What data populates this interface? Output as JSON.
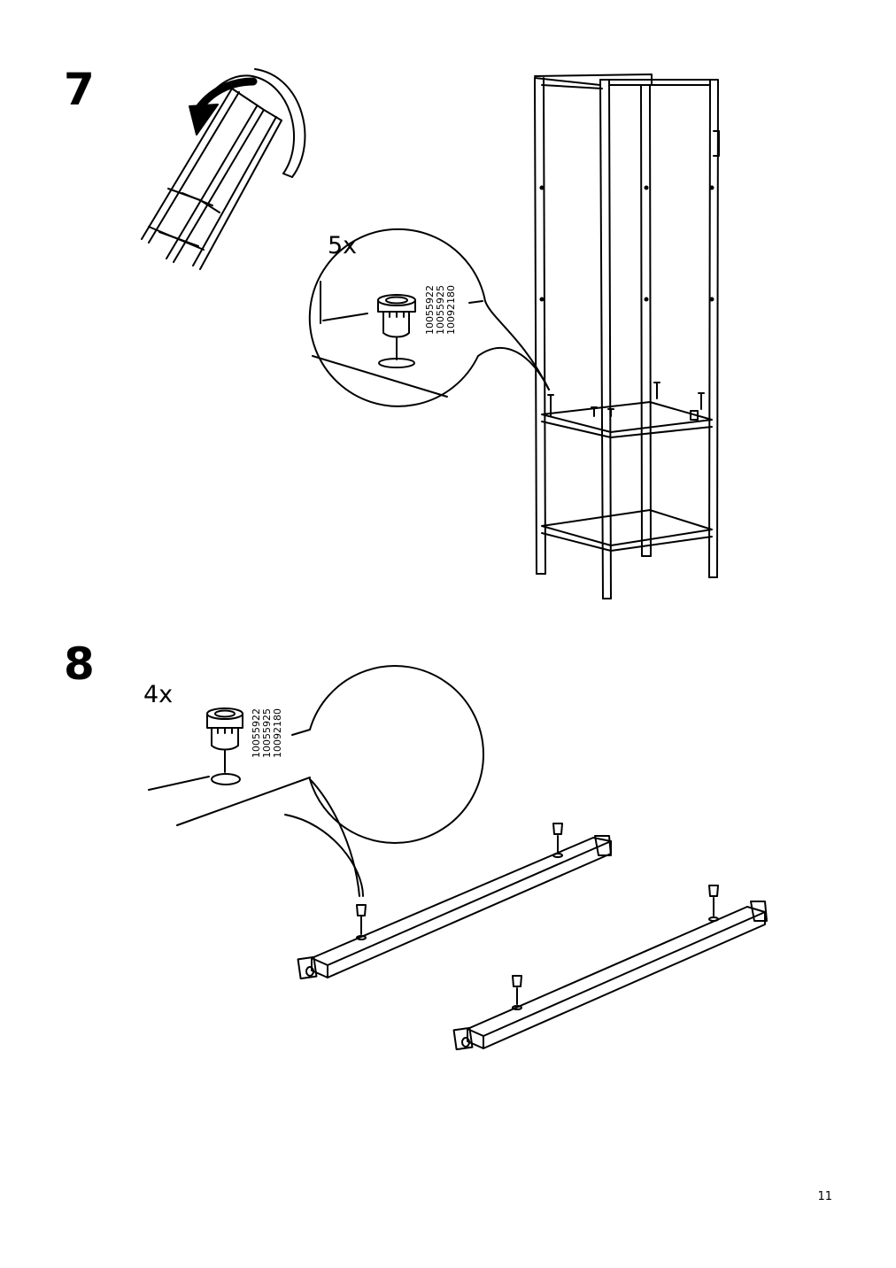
{
  "steps": [
    {
      "number": "7",
      "quantity": "5x",
      "part_codes": [
        "10055922",
        "10055925",
        "10092180"
      ]
    },
    {
      "number": "8",
      "quantity": "4x",
      "part_codes": [
        "10055922",
        "10055925",
        "10092180"
      ]
    }
  ],
  "page_number": "11",
  "icons": {
    "rotate_arrow": "curved-rotate-arrow-icon",
    "foot_plug": "foot-plug-icon"
  },
  "colors": {
    "ink": "#000000",
    "paper": "#ffffff"
  }
}
